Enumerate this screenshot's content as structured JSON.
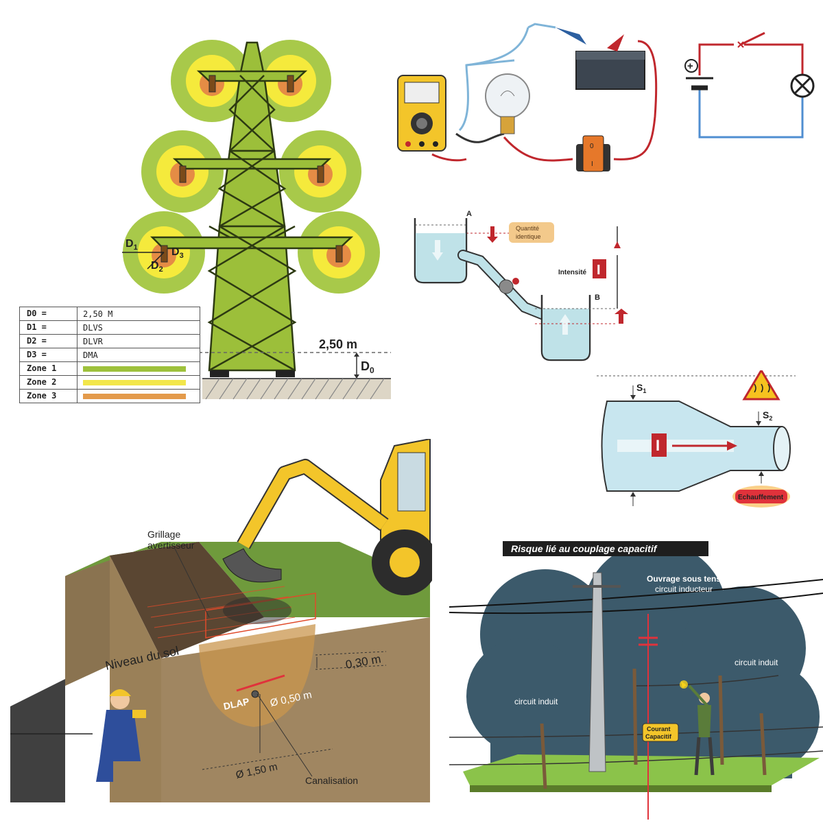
{
  "pylon": {
    "d1_label": "D",
    "d1_sub": "1",
    "d2_label": "D",
    "d2_sub": "2",
    "d3_label": "D",
    "d3_sub": "3",
    "height_label": "2,50 m",
    "d0_label": "D",
    "d0_sub": "0",
    "legend": [
      {
        "key": "D0 =",
        "value": "2,50 M"
      },
      {
        "key": "D1 =",
        "value": "DLVS"
      },
      {
        "key": "D2 =",
        "value": "DLVR"
      },
      {
        "key": "D3 =",
        "value": "DMA"
      },
      {
        "key": "Zone 1",
        "color": "#9ec13c"
      },
      {
        "key": "Zone 2",
        "color": "#f2e64b"
      },
      {
        "key": "Zone 3",
        "color": "#e39a4b"
      }
    ],
    "colors": {
      "zone1": "#a8c94a",
      "zone2": "#f5ea3c",
      "zone3": "#e58c45",
      "tower": "#9cbf3a"
    }
  },
  "circuit_photo": {
    "switch_marks": [
      "0",
      "I"
    ]
  },
  "schematic": {
    "plus_symbol": "+"
  },
  "water": {
    "tank_a": "A",
    "tank_b": "B",
    "quantity_label_line1": "Quantité",
    "quantity_label_line2": "identique",
    "intensity_label": "Intensité",
    "intensity_symbol": "I"
  },
  "pipe": {
    "s1_label": "S",
    "s1_sub": "1",
    "s2_label": "S",
    "s2_sub": "2",
    "intensity_symbol": "I",
    "heating_label": "Echauffement"
  },
  "trench": {
    "grid_label_line1": "Grillage",
    "grid_label_line2": "avertisseur",
    "ground_label": "Niveau du sol",
    "depth_label": "0,30 m",
    "dlap_label": "DLAP",
    "pipe_diameter_label": "Ø 0,50 m",
    "zone_diameter_label": "Ø 1,50 m",
    "pipe_label": "Canalisation"
  },
  "coupling": {
    "title": "Risque lié au couplage capacitif",
    "inductor_line1": "Ouvrage sous tension",
    "inductor_line2": "circuit inducteur",
    "induced_right": "circuit induit",
    "induced_left": "circuit induit",
    "current_line1": "Courant",
    "current_line2": "Capacitif"
  }
}
